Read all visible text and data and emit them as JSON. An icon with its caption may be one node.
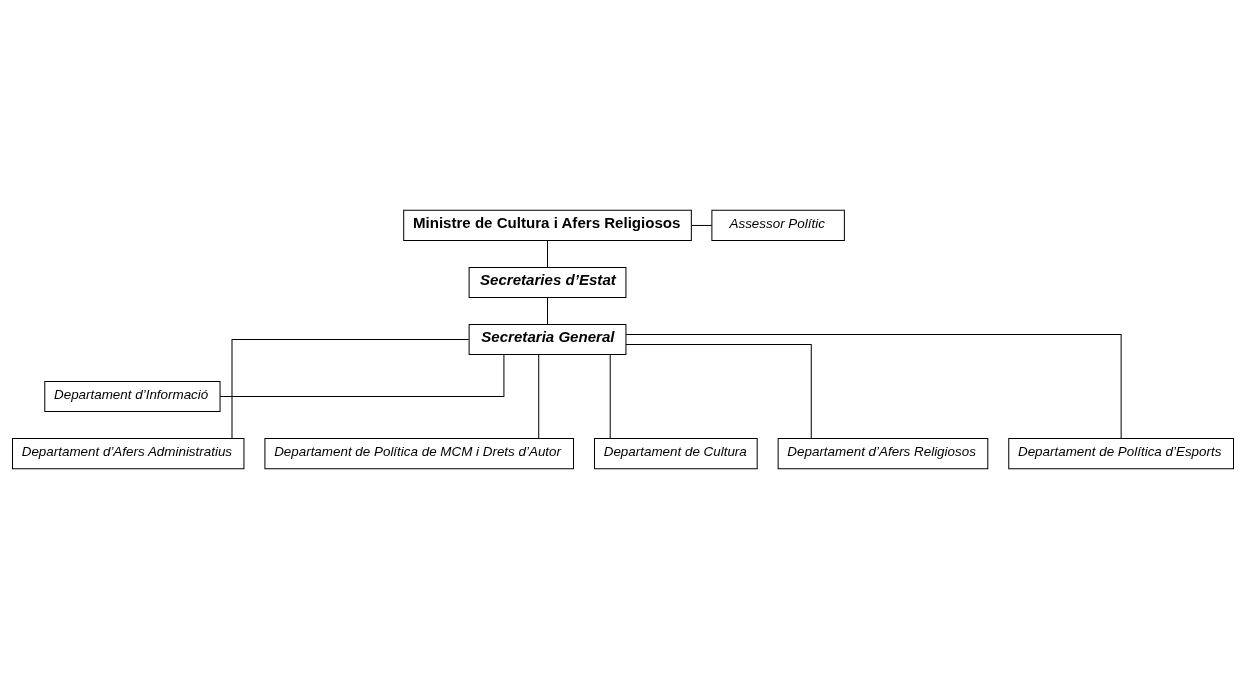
{
  "diagram": {
    "nodes": [
      {
        "text": [
          "Ministre de Cultura i Afers Religiosos"
        ]
      },
      {
        "text": [
          "Assessor Polític"
        ]
      },
      {
        "text": [
          "Secretaries d’Estat"
        ]
      },
      {
        "text": [
          "Secretaria General"
        ]
      },
      {
        "text": [
          "Departament d’Informació"
        ]
      },
      {
        "text": [
          "Departament d’Afers Administratius"
        ]
      },
      {
        "text": [
          "Departament de Política de MCM i Drets d’Autor"
        ]
      },
      {
        "text": [
          "Departament de Cultura"
        ]
      },
      {
        "text": [
          "Departament d’Afers Religiosos"
        ]
      },
      {
        "text": [
          "Departament de Política d’Esports"
        ]
      }
    ],
    "edges": [
      {
        "from": 0,
        "to": 1,
        "arrow": "none"
      },
      {
        "from": 0,
        "to": 2,
        "arrow": "none"
      },
      {
        "from": 2,
        "to": 3,
        "arrow": "none"
      },
      {
        "from": 3,
        "to": 4,
        "arrow": "none"
      },
      {
        "from": 3,
        "to": 5,
        "arrow": "none"
      },
      {
        "from": 3,
        "to": 6,
        "arrow": "none"
      },
      {
        "from": 3,
        "to": 7,
        "arrow": "none"
      },
      {
        "from": 3,
        "to": 8,
        "arrow": "none"
      },
      {
        "from": 3,
        "to": 9,
        "arrow": "none"
      }
    ]
  }
}
